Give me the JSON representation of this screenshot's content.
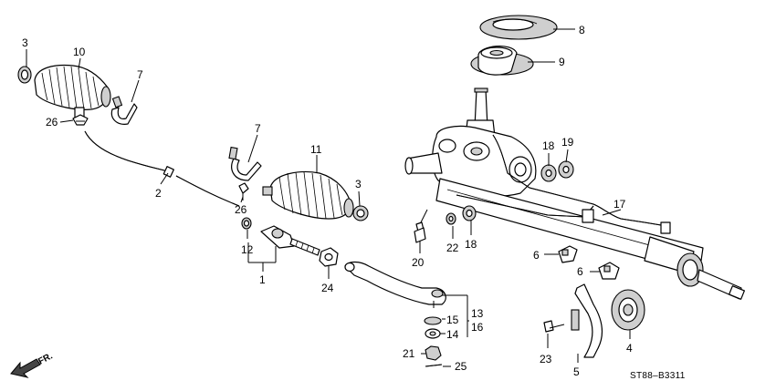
{
  "diagram": {
    "callouts": [
      {
        "id": "c3a",
        "text": "3"
      },
      {
        "id": "c10",
        "text": "10"
      },
      {
        "id": "c7a",
        "text": "7"
      },
      {
        "id": "c26a",
        "text": "26"
      },
      {
        "id": "c2",
        "text": "2"
      },
      {
        "id": "c7b",
        "text": "7"
      },
      {
        "id": "c26b",
        "text": "26"
      },
      {
        "id": "c11",
        "text": "11"
      },
      {
        "id": "c3b",
        "text": "3"
      },
      {
        "id": "c12",
        "text": "12"
      },
      {
        "id": "c1",
        "text": "1"
      },
      {
        "id": "c24",
        "text": "24"
      },
      {
        "id": "c8",
        "text": "8"
      },
      {
        "id": "c9",
        "text": "9"
      },
      {
        "id": "c18a",
        "text": "18"
      },
      {
        "id": "c19",
        "text": "19"
      },
      {
        "id": "c17",
        "text": "17"
      },
      {
        "id": "c22",
        "text": "22"
      },
      {
        "id": "c18b",
        "text": "18"
      },
      {
        "id": "c20",
        "text": "20"
      },
      {
        "id": "c6a",
        "text": "6"
      },
      {
        "id": "c6b",
        "text": "6"
      },
      {
        "id": "c13",
        "text": "13"
      },
      {
        "id": "c16",
        "text": "16"
      },
      {
        "id": "c15",
        "text": "15"
      },
      {
        "id": "c14",
        "text": "14"
      },
      {
        "id": "c21",
        "text": "21"
      },
      {
        "id": "c25",
        "text": "25"
      },
      {
        "id": "c4",
        "text": "4"
      },
      {
        "id": "c23",
        "text": "23"
      },
      {
        "id": "c5",
        "text": "5"
      }
    ],
    "diagram_code": "ST88–B3311",
    "direction_label": "FR."
  }
}
